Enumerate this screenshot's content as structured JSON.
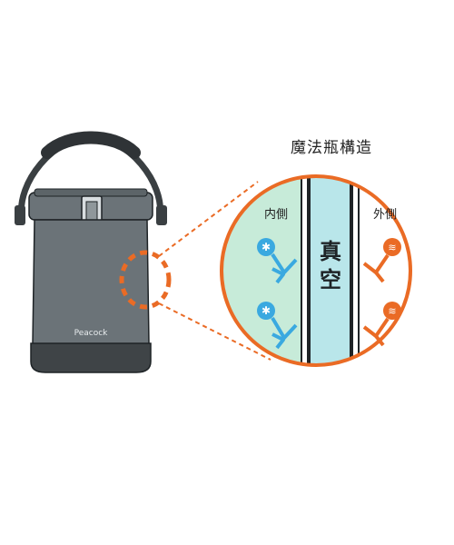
{
  "title": "魔法瓶構造",
  "labels": {
    "inner_side": "内側",
    "outer_side": "外側",
    "vacuum": "真空",
    "brand": "Peacock"
  },
  "colors": {
    "body": "#6b7378",
    "body_dark": "#4d5458",
    "base": "#3f4447",
    "handle": "#3a3f42",
    "handle_grip": "#2f3336",
    "inner_fill": "#c7ebd9",
    "vacuum_fill": "#b9e6ea",
    "accent_orange": "#ea6b25",
    "cold_blue": "#3aa9e0",
    "outline": "#1e2326"
  }
}
